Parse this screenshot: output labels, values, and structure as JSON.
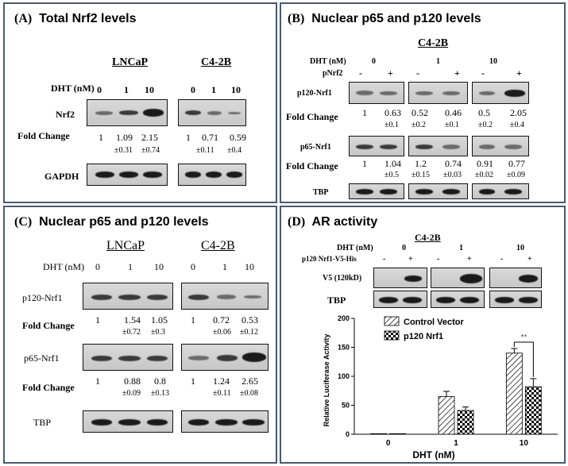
{
  "panel_a": {
    "title_letter": "(A)",
    "title": "Total Nrf2 levels",
    "group1": "LNCaP",
    "group2": "C4-2B",
    "dht_label": "DHT (nM)",
    "doses": [
      "0",
      "1",
      "10"
    ],
    "row1": "Nrf2",
    "fold_label": "Fold Change",
    "g1_vals": [
      "1",
      "1.09",
      "2.15"
    ],
    "g1_sds": [
      "±0.31",
      "±0.74"
    ],
    "g2_vals": [
      "1",
      "0.71",
      "0.59"
    ],
    "g2_sds": [
      "±0.11",
      "±0.4"
    ],
    "row2": "GAPDH"
  },
  "panel_b": {
    "title_letter": "(B)",
    "title": "Nuclear p65 and p120 levels",
    "group": "C4-2B",
    "dht_label": "DHT (nM)",
    "doses": [
      "0",
      "1",
      "10"
    ],
    "pnrf2_label": "pNrf2",
    "signs": [
      "-",
      "+",
      "-",
      "+",
      "-",
      "+"
    ],
    "row1": "p120-Nrf1",
    "fold_label": "Fold Change",
    "r1_vals": [
      "1",
      "0.63",
      "0.52",
      "0.46",
      "0.5",
      "2.05"
    ],
    "r1_sds": [
      "±0.1",
      "±0.2",
      "±0.1",
      "±0.2",
      "±0.4"
    ],
    "row2": "p65-Nrf1",
    "r2_vals": [
      "1",
      "1.04",
      "1.2",
      "0.74",
      "0.91",
      "0.77"
    ],
    "r2_sds": [
      "±0.5",
      "±0.15",
      "±0.03",
      "±0.02",
      "±0.09"
    ],
    "row3": "TBP"
  },
  "panel_c": {
    "title_letter": "(C)",
    "title": "Nuclear p65 and p120 levels",
    "group1": "LNCaP",
    "group2": "C4-2B",
    "dht_label": "DHT (nM)",
    "doses": [
      "0",
      "1",
      "10"
    ],
    "row1": "p120-Nrf1",
    "fold_label": "Fold Change",
    "r1_vals": [
      "1",
      "1.54",
      "1.05",
      "1",
      "0.72",
      "0.53"
    ],
    "r1_sds": [
      "±0.72",
      "±0.3",
      "±0.06",
      "±0.12"
    ],
    "row2": "p65-Nrf1",
    "r2_vals": [
      "1",
      "0.88",
      "0.8",
      "1",
      "1.24",
      "2.65"
    ],
    "r2_sds": [
      "±0.09",
      "±0.13",
      "±0.11",
      "±0.08"
    ],
    "row3": "TBP"
  },
  "panel_d": {
    "title_letter": "(D)",
    "title": "AR activity",
    "group": "C4-2B",
    "dht_label": "DHT (nM)",
    "doses": [
      "0",
      "1",
      "10"
    ],
    "construct_label": "p120 Nrf1-V5-His",
    "signs": [
      "-",
      "+",
      "-",
      "+",
      "-",
      "+"
    ],
    "row1": "V5 (120kD)",
    "row2": "TBP",
    "significance": "**"
  },
  "chart_data": {
    "type": "bar",
    "categories": [
      "0",
      "1",
      "10"
    ],
    "xlabel": "DHT (nM)",
    "ylabel": "Relative Luciferase Activity",
    "ylim": [
      0,
      200
    ],
    "yticks": [
      0,
      50,
      100,
      150,
      200
    ],
    "legend_position": "top-right",
    "series": [
      {
        "name": "Control Vector",
        "values": [
          1,
          65,
          140
        ],
        "errors": [
          0,
          9,
          8
        ],
        "pattern": "diagonal-hatch"
      },
      {
        "name": "p120 Nrf1",
        "values": [
          1,
          41,
          82
        ],
        "errors": [
          0,
          6,
          14
        ],
        "pattern": "checkered"
      }
    ]
  }
}
